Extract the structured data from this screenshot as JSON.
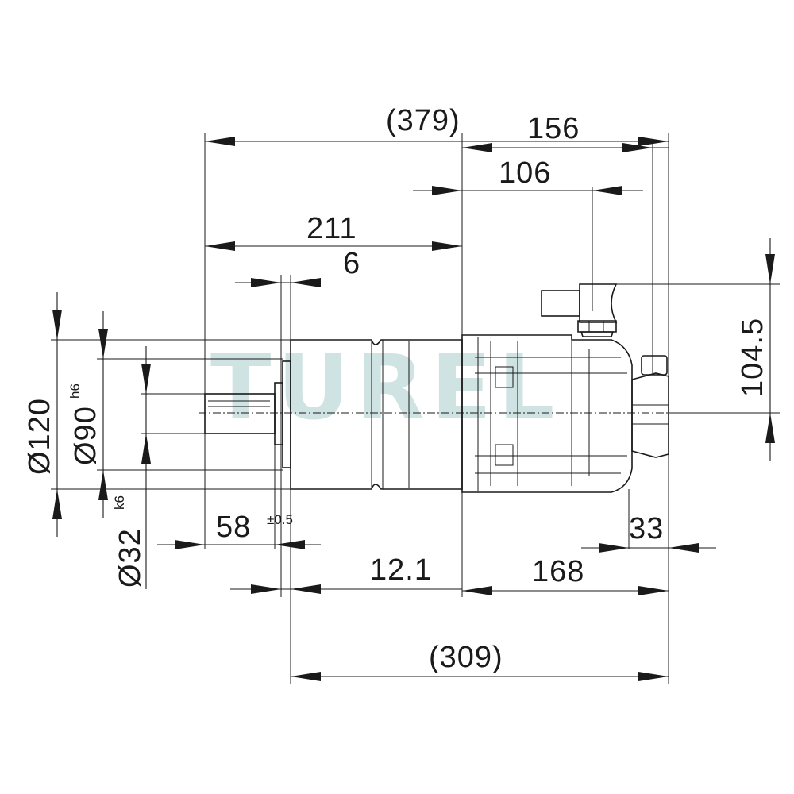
{
  "watermark": "TUREL",
  "colors": {
    "line": "#1a1a1a",
    "watermark": "#cfe3e3",
    "background": "#ffffff"
  },
  "dimensions": {
    "overall_length": "(379)",
    "rear_length": "156",
    "port_offset": "106",
    "front_length": "211",
    "pilot_depth": "6",
    "port_height": "104.5",
    "dia_housing": "Ø120",
    "dia_pilot": "Ø90",
    "dia_pilot_tol": "h6",
    "dia_shaft": "Ø32",
    "dia_shaft_tol": "k6",
    "shaft_length": "58",
    "shaft_length_tol": "±0.5",
    "flange_offset": "12.1",
    "motor_length": "168",
    "rear_offset": "33",
    "body_length": "(309)"
  }
}
